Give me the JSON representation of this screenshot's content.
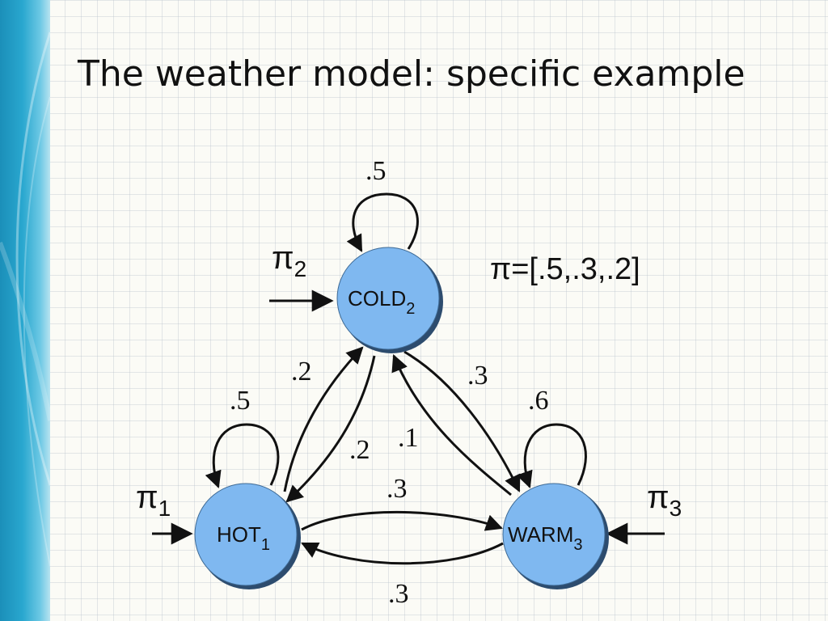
{
  "slide": {
    "title": "The weather model: specific example"
  },
  "states": [
    {
      "label": "COLD",
      "index": "2"
    },
    {
      "label": "HOT",
      "index": "1"
    },
    {
      "label": "WARM",
      "index": "3"
    }
  ],
  "transitions": {
    "cold_cold": ".5",
    "hot_hot": ".5",
    "warm_warm": ".6",
    "hot_cold": ".2",
    "cold_hot": ".2",
    "warm_cold": ".1",
    "cold_warm": ".3",
    "hot_warm": ".3",
    "warm_hot": ".3"
  },
  "initial": {
    "symbol": "π",
    "hot_index": "1",
    "cold_index": "2",
    "warm_index": "3",
    "vector": "π=[.5,.3,.2]"
  },
  "colors": {
    "node_fill": "#7fb8f0",
    "sidebar": "#29a7cf"
  }
}
